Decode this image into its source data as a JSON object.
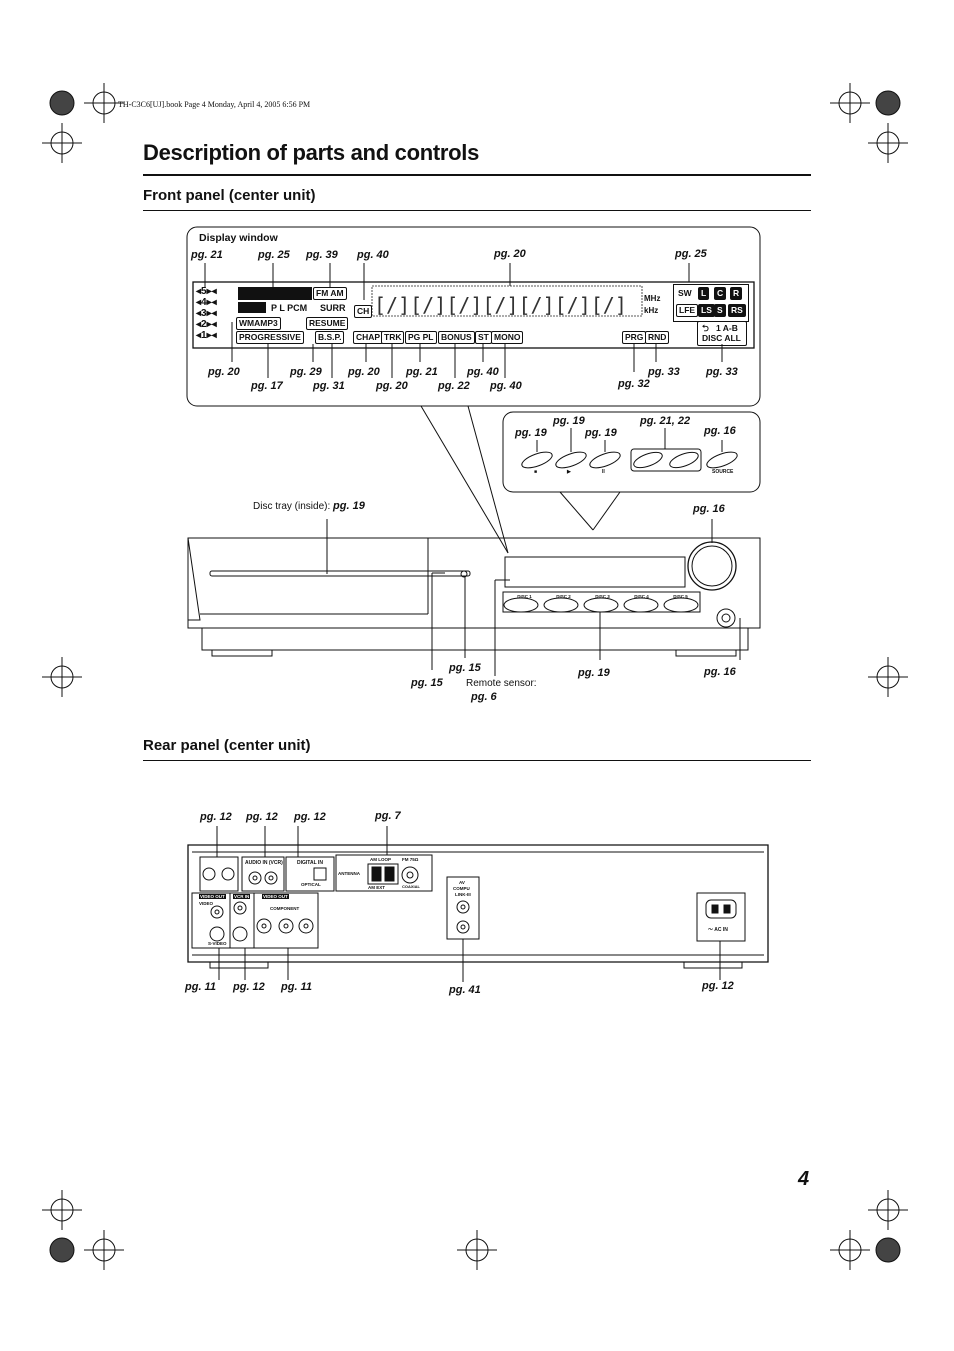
{
  "slug": "TH-C3C6[UJ].book  Page 4  Monday, April 4, 2005  6:56 PM",
  "title": "Description of parts and controls",
  "sections": {
    "front": "Front panel (center unit)",
    "rear": "Rear panel (center unit)"
  },
  "page_number": "4",
  "front": {
    "display_window_label": "Display window",
    "display_top_refs": [
      "pg. 21",
      "pg. 25",
      "pg. 39",
      "pg. 40",
      "pg. 20",
      "pg. 25"
    ],
    "display_bottom_refs": [
      "pg. 20",
      "pg. 17",
      "pg. 29",
      "pg. 31",
      "pg. 20",
      "pg. 20",
      "pg. 21",
      "pg. 22",
      "pg. 40",
      "pg. 40",
      "pg. 32",
      "pg. 33",
      "pg. 33"
    ],
    "indicators": {
      "disc_numbers": [
        "5",
        "4",
        "3",
        "2",
        "1"
      ],
      "fm_am": "FM AM",
      "plpcm": "P L PCM",
      "surr": "SURR",
      "wmamp3": "WMAMP3",
      "resume": "RESUME",
      "progressive": "PROGRESSIVE",
      "bsp": "B.S.P.",
      "ch": "CH",
      "chap": "CHAP",
      "trk": "TRK",
      "pgpl": "PG PL",
      "bonus": "BONUS",
      "st": "ST",
      "mono": "MONO",
      "prg": "PRG",
      "rnd": "RND",
      "mhz": "MHz",
      "khz": "kHz",
      "sw": "SW",
      "l": "L",
      "c": "C",
      "r": "R",
      "lfe": "LFE",
      "ls": "LS",
      "s": "S",
      "rs": "RS",
      "ab": "1 A-B",
      "disc_all": "DISC ALL"
    },
    "button_refs": [
      "pg. 19",
      "pg. 19",
      "pg. 19",
      "pg. 21, 22",
      "pg. 16"
    ],
    "button_labels": {
      "stop": "■",
      "play": "▶",
      "pause": "II",
      "source": "SOURCE"
    },
    "disc_tray_label": "Disc tray (inside):",
    "disc_tray_ref": "pg. 19",
    "volume_ref": "pg. 16",
    "disc_buttons": [
      "DISC 1",
      "DISC 2",
      "DISC 3",
      "DISC 4",
      "DISC 5"
    ],
    "bottom_refs": {
      "eject1": "pg. 15",
      "eject2": "pg. 15",
      "remote_label": "Remote sensor:",
      "remote_ref": "pg. 6",
      "disc": "pg. 19",
      "phones": "pg. 16"
    }
  },
  "rear": {
    "top_refs": [
      "pg. 12",
      "pg. 12",
      "pg. 12",
      "pg. 7"
    ],
    "labels": {
      "audio_in": "AUDIO IN (VCR)",
      "digital_in": "DIGITAL IN",
      "optical": "OPTICAL",
      "antenna": "ANTENNA",
      "am_loop": "AM LOOP",
      "am_ext": "AM EXT",
      "fm": "FM 75Ω",
      "coaxial": "COAXIAL",
      "video_out": "VIDEO OUT",
      "vcr_in": "VCR IN",
      "video_out2": "VIDEO OUT",
      "video": "VIDEO",
      "component": "COMPONENT",
      "svideo": "S-VIDEO",
      "av": "AV",
      "compu": "COMPU",
      "link": "LINK-III",
      "ac_in": "～ AC IN"
    },
    "bottom_refs": [
      "pg. 11",
      "pg. 12",
      "pg. 11",
      "pg. 41",
      "pg. 12"
    ]
  }
}
